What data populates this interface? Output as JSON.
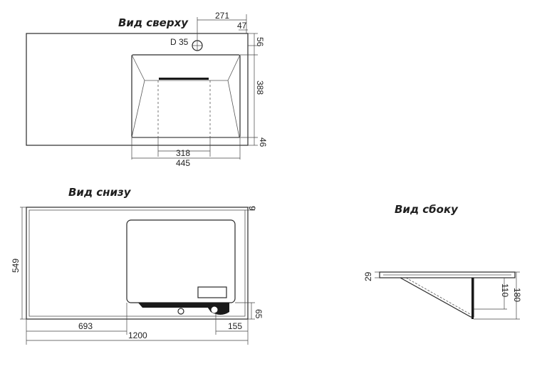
{
  "views": {
    "top": {
      "title": "Вид сверху",
      "dims": {
        "d271": "271",
        "d47": "47",
        "d35": "D 35",
        "d56": "56",
        "d388": "388",
        "d46": "46",
        "d318": "318",
        "d445": "445"
      }
    },
    "bottom": {
      "title": "Вид снизу",
      "dims": {
        "d9": "9",
        "d549": "549",
        "d65": "65",
        "d693": "693",
        "d155": "155",
        "d1200": "1200"
      }
    },
    "side": {
      "title": "Вид сбоку",
      "dims": {
        "d29": "29",
        "d110": "110",
        "d180": "180"
      }
    }
  },
  "colors": {
    "line": "#2a2a2a",
    "fill_dark": "#1a1a1a"
  }
}
